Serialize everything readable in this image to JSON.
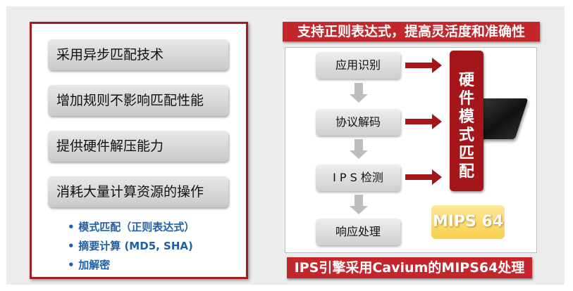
{
  "left_features": [
    "采用异步匹配技术",
    "增加规则不影响匹配性能",
    "提供硬件解压能力",
    "消耗大量计算资源的操作"
  ],
  "sub_items": [
    "模式匹配（正则表达式）",
    "摘要计算 (MD5, SHA)",
    "加解密"
  ],
  "top_banner": "支持正则表达式，提高灵活度和准确性",
  "flow_steps": [
    "应用识别",
    "协议解码",
    "I P S 检测",
    "响应处理"
  ],
  "hardware_box": "硬件模式匹配",
  "mips_label": "MIPS 64",
  "bottom_banner": "IPS引擎采用Cavium的MIPS64处理",
  "colors": {
    "accent_red": "#c3272b",
    "sub_blue": "#1f5fa8",
    "mips_yellow": "#f8cf4e"
  }
}
